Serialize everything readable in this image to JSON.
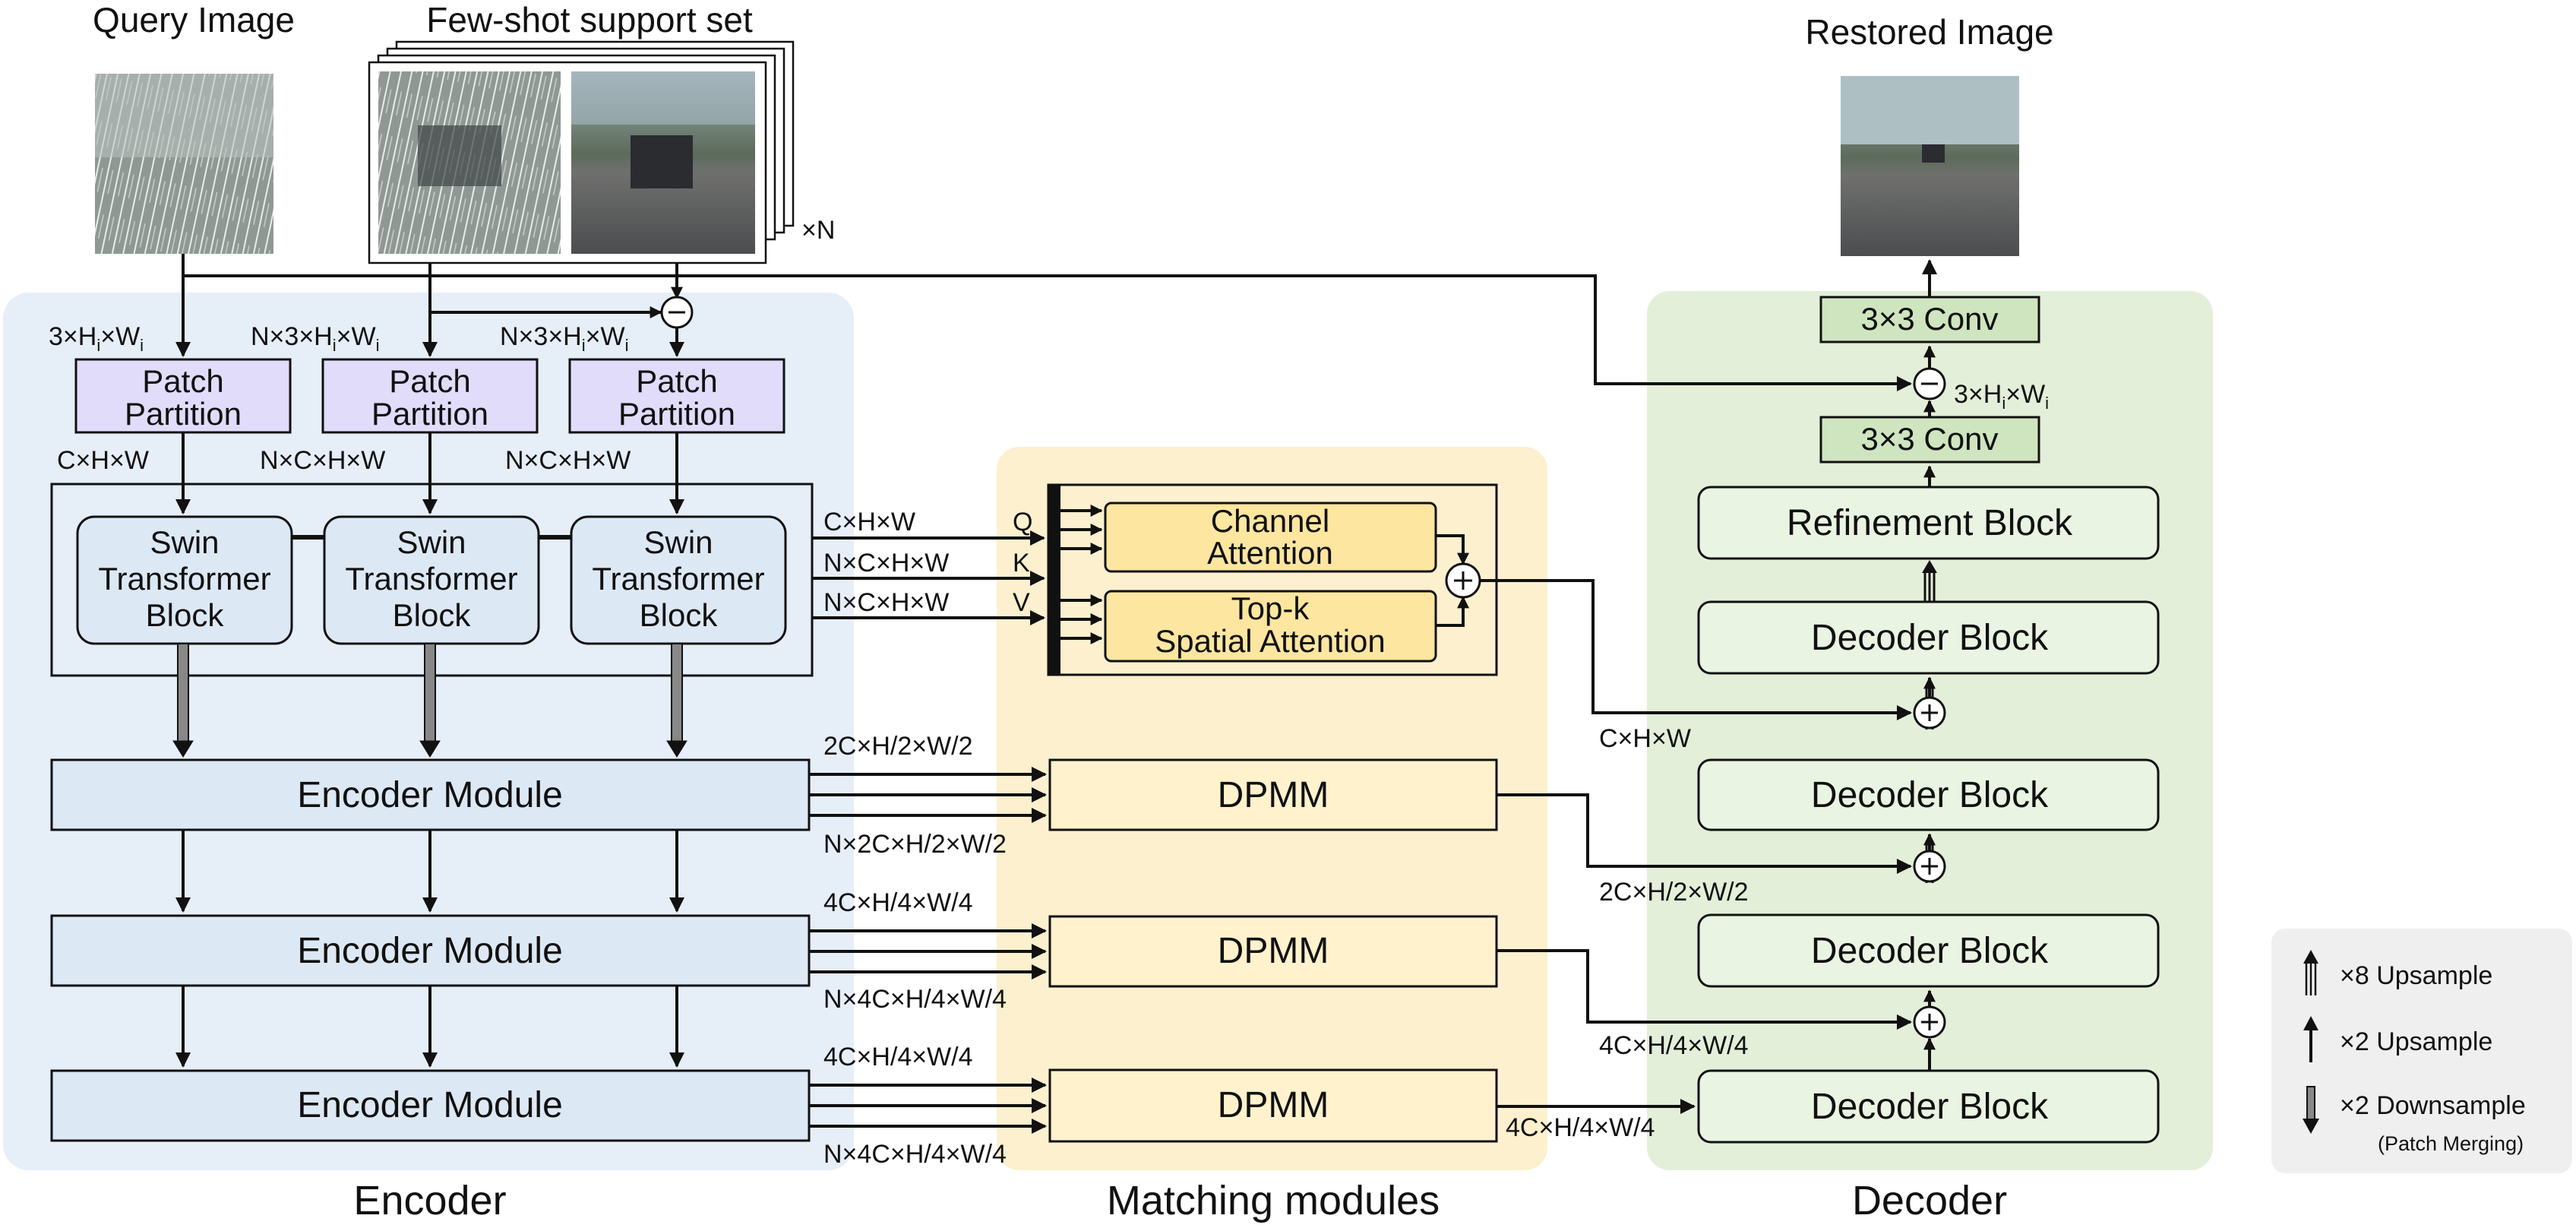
{
  "labels": {
    "query_image": "Query Image",
    "support_set": "Few-shot support set",
    "times_n": "×N",
    "restored_image": "Restored Image"
  },
  "sections": {
    "encoder": "Encoder",
    "matching": "Matching modules",
    "decoder": "Decoder"
  },
  "encoder": {
    "patch_partition_lines": [
      "Patch",
      "Partition"
    ],
    "input_dims": [
      "3×H",
      "N×3×H",
      "N×3×H"
    ],
    "input_dims_tail": "×W",
    "output_dims": [
      "C×H×W",
      "N×C×H×W",
      "N×C×H×W"
    ],
    "swin_lines": [
      "Swin",
      "Transformer",
      "Block"
    ],
    "encoder_module": "Encoder Module"
  },
  "matching": {
    "qkv_dims": [
      "C×H×W",
      "N×C×H×W",
      "N×C×H×W"
    ],
    "qkv_letters": [
      "Q",
      "K",
      "V"
    ],
    "channel_attention": [
      "Channel",
      "Attention"
    ],
    "topk_attention": [
      "Top-k",
      "Spatial Attention"
    ],
    "dpmm": "DPMM",
    "dpmm_in_top": [
      "2C×H/2×W/2",
      "4C×H/4×W/4",
      "4C×H/4×W/4"
    ],
    "dpmm_in_bottom": [
      "N×2C×H/2×W/2",
      "N×4C×H/4×W/4",
      "N×4C×H/4×W/4"
    ],
    "attn_out": "C×H×W",
    "dpmm_out": [
      "2C×H/2×W/2",
      "4C×H/4×W/4",
      "4C×H/4×W/4"
    ]
  },
  "decoder": {
    "conv": "3×3 Conv",
    "refinement": "Refinement Block",
    "decoder_block": "Decoder Block",
    "residual_dim": "3×H",
    "residual_tail": "×W"
  },
  "legend": {
    "upsample8": "×8 Upsample",
    "upsample2": "×2 Upsample",
    "downsample2": "×2 Downsample",
    "patch_merging": "(Patch Merging)"
  },
  "colors": {
    "encoder_bg": "#e6eef8",
    "matching_bg": "#fdf0cf",
    "decoder_bg": "#e3efd9",
    "patch_fill": "#e0dcfa",
    "encoder_fill": "#dde8f5",
    "attention_fill": "#fde6a0",
    "dpmm_fill": "#fff2cc",
    "decoder_fill": "#eaf4e2",
    "conv_fill": "#cfe5bf",
    "legend_bg": "#efefef"
  },
  "icons": {
    "subtract": "minus-circle-icon",
    "add": "plus-circle-icon"
  }
}
